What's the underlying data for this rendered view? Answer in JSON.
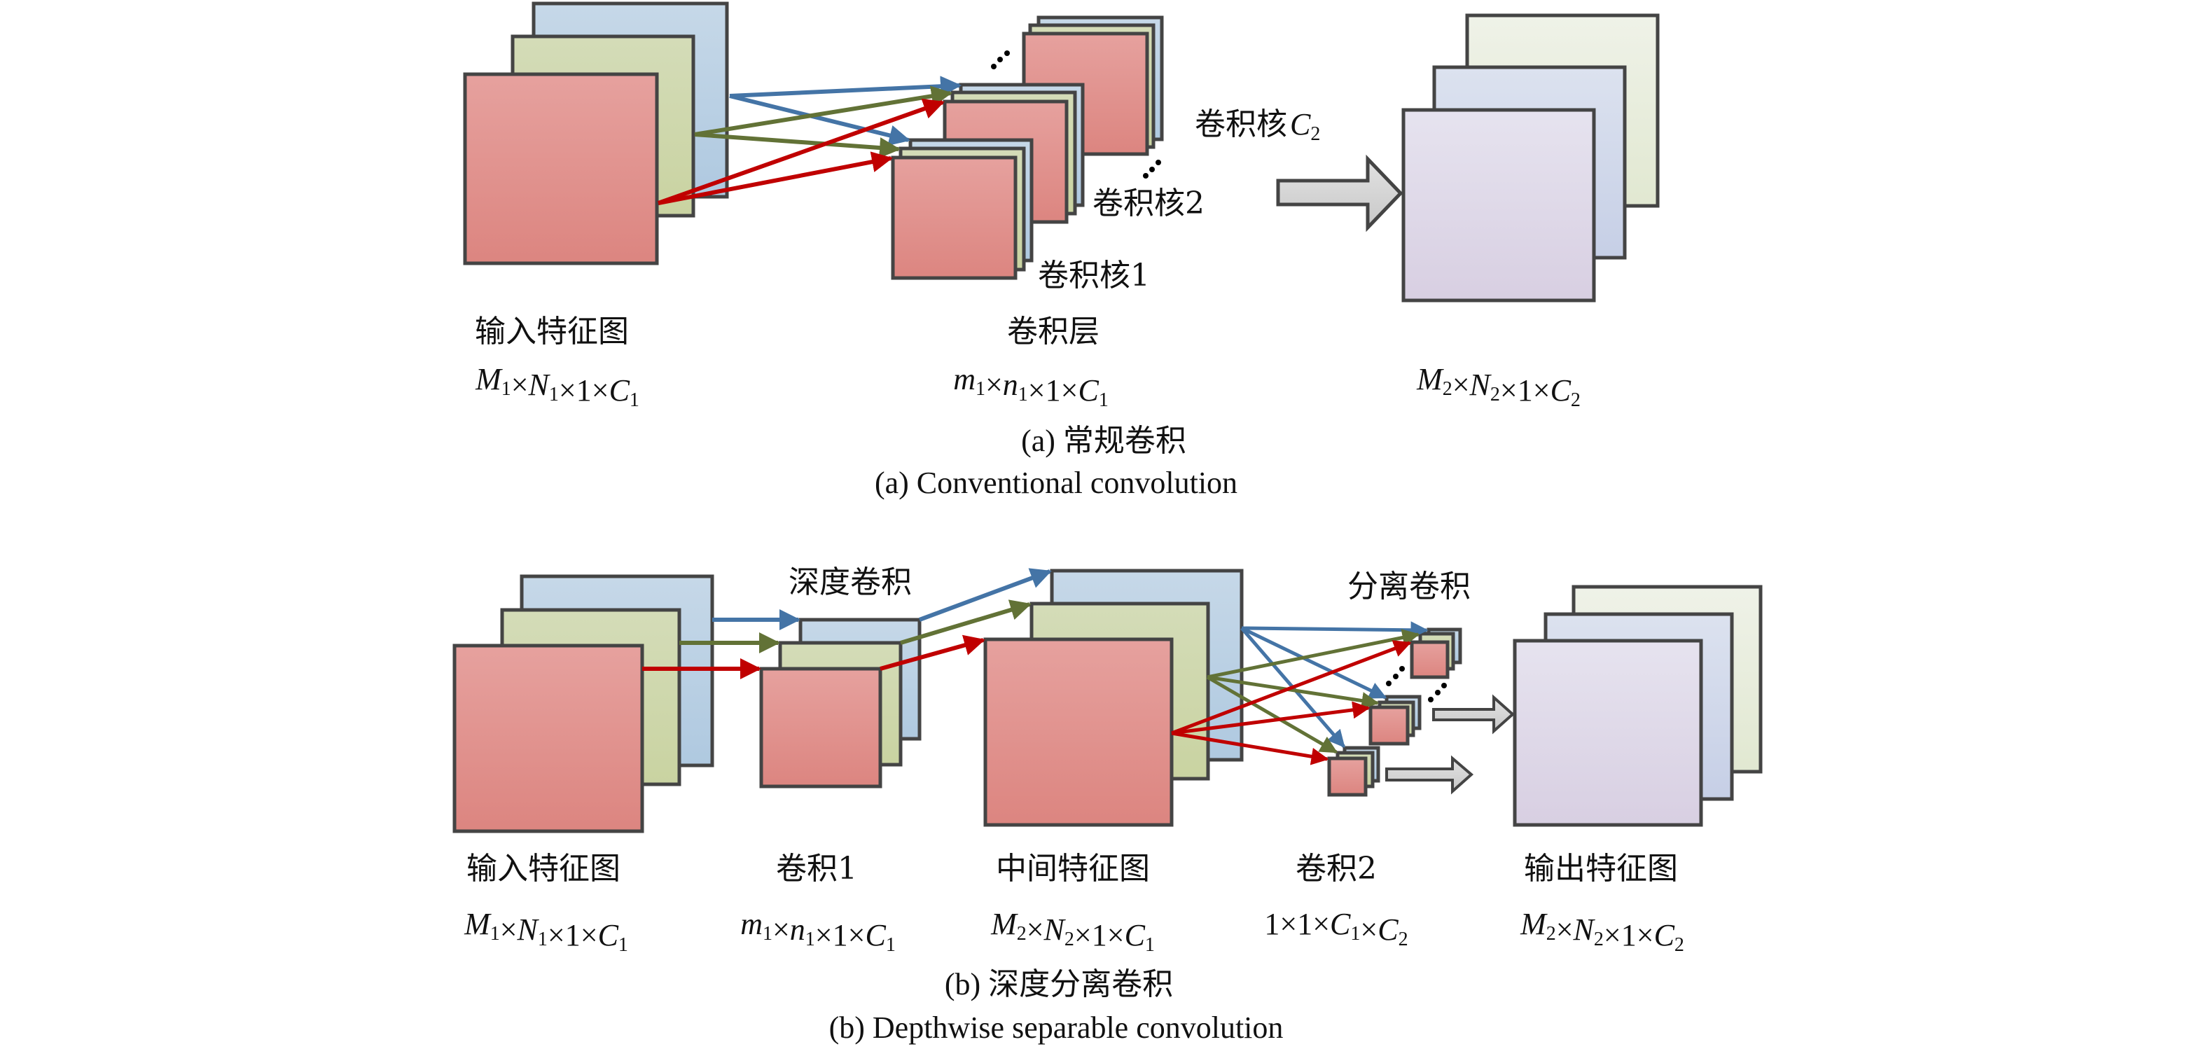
{
  "figure": {
    "colors": {
      "red_channel": [
        "#e6a19e",
        "#dc8580"
      ],
      "green_channel": [
        "#d4dcb8",
        "#c9d3a1"
      ],
      "blue_channel": [
        "#c6d8e8",
        "#afc9e0"
      ],
      "output_front": [
        "#e6e3ef",
        "#d8cfe2"
      ],
      "output_middle": [
        "#dce2ef",
        "#c6cfe6"
      ],
      "output_back": [
        "#eff2e8",
        "#e1e8d1"
      ],
      "border": "#444444",
      "arrow_blue": "#4474a6",
      "arrow_olive": "#627236",
      "arrow_red": "#c00000",
      "big_arrow_fill": [
        "#e2e2e2",
        "#c8c8c8"
      ]
    },
    "panel_a": {
      "input_label": "输入特征图",
      "input_dims": {
        "a": "M",
        "a_sub": "1",
        "b": "N",
        "b_sub": "1",
        "c": "1",
        "d": "C",
        "d_sub": "1"
      },
      "conv_label": "卷积层",
      "conv_dims": {
        "a": "m",
        "a_sub": "1",
        "b": "n",
        "b_sub": "1",
        "c": "1",
        "d": "C",
        "d_sub": "1"
      },
      "output_dims": {
        "a": "M",
        "a_sub": "2",
        "b": "N",
        "b_sub": "2",
        "c": "1",
        "d": "C",
        "d_sub": "2"
      },
      "kernel1_label": "卷积核1",
      "kernel2_label": "卷积核2",
      "kernelC2_label": "卷积核",
      "kernelC2_var": "C",
      "kernelC2_sub": "2",
      "caption_cn": "(a) 常规卷积",
      "caption_en": "(a) Conventional convolution"
    },
    "panel_b": {
      "depthwise_label": "深度卷积",
      "separable_label": "分离卷积",
      "stages": [
        {
          "label": "输入特征图",
          "dims": {
            "a": "M",
            "a_sub": "1",
            "b": "N",
            "b_sub": "1",
            "c": "1",
            "d": "C",
            "d_sub": "1"
          }
        },
        {
          "label": "卷积1",
          "dims": {
            "a": "m",
            "a_sub": "1",
            "b": "n",
            "b_sub": "1",
            "c": "1",
            "d": "C",
            "d_sub": "1"
          }
        },
        {
          "label": "中间特征图",
          "dims": {
            "a": "M",
            "a_sub": "2",
            "b": "N",
            "b_sub": "2",
            "c": "1",
            "d": "C",
            "d_sub": "1"
          }
        },
        {
          "label": "卷积2",
          "dims": {
            "a": "1",
            "a_sub": "",
            "b": "1",
            "b_sub": "",
            "c": "C",
            "c_sub": "1",
            "d": "C",
            "d_sub": "2"
          }
        },
        {
          "label": "输出特征图",
          "dims": {
            "a": "M",
            "a_sub": "2",
            "b": "N",
            "b_sub": "2",
            "c": "1",
            "d": "C",
            "d_sub": "2"
          }
        }
      ],
      "caption_cn": "(b) 深度分离卷积",
      "caption_en": "(b) Depthwise separable convolution"
    },
    "times_symbol": "×"
  }
}
